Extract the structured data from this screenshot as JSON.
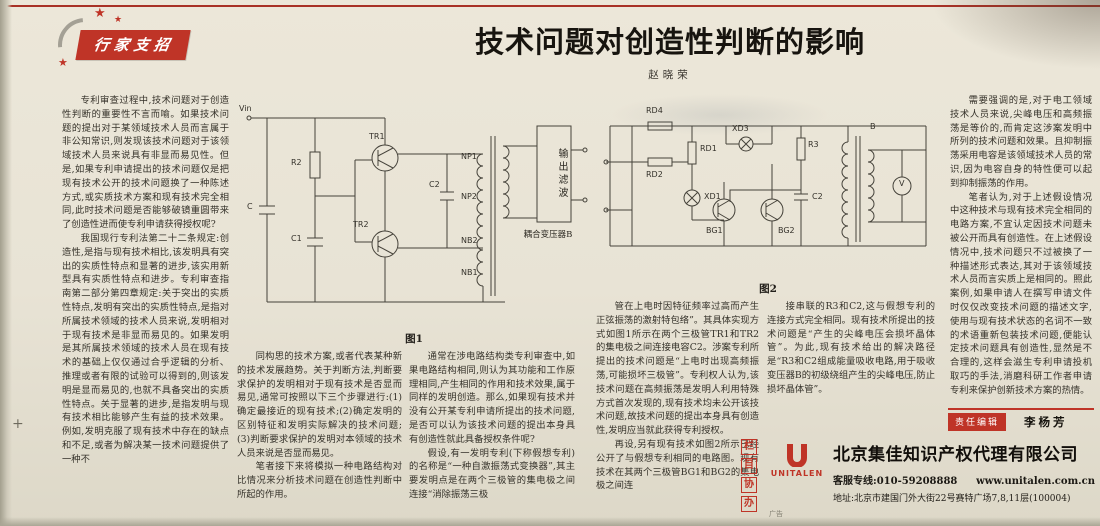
{
  "colors": {
    "accent_red": "#bf3427",
    "paper": "#e8e3d5"
  },
  "masthead": {
    "badge": "行家支招",
    "star": "★",
    "title": "技术问题对创造性判断的影响",
    "author": "赵晓荣"
  },
  "article": {
    "col1": [
      "专利审查过程中,技术问题对于创造性判断的重要性不言而喻。如果技术问题的提出对于某领域技术人员而言属于非公知常识,则发现该技术问题对于该领域技术人员来说具有非显而易见性。但是,如果专利申请提出的技术问题仅是把现有技术公开的技术问题换了一种陈述方式,或实质技术方案和现有技术完全相同,此时技术问题是否能够破镜重圆带来了创造性进而使专利申请获得授权呢?",
      "我国现行专利法第二十二条规定:创造性,是指与现有技术相比,该发明具有突出的实质性特点和显著的进步,该实用新型具有实质性特点和进步。专利审查指南第二部分第四章规定:关于突出的实质性特点,发明有突出的实质性特点,是指对所属技术领域的技术人员来说,发明相对于现有技术是非显而易见的。如果发明是其所属技术领域的技术人员在现有技术的基础上仅仅通过合乎逻辑的分析、推理或者有限的试验可以得到的,则该发明是显而易见的,也就不具备突出的实质性特点。关于显著的进步,是指发明与现有技术相比能够产生有益的技术效果。例如,发明克服了现有技术中存在的缺点和不足,或者为解决某一技术问题提供了一种不"
    ],
    "col2": [
      "同构思的技术方案,或者代表某种新的技术发展趋势。关于判断方法,判断要求保护的发明相对于现有技术是否显而易见,通常可按照以下三个步骤进行:(1)确定最接近的现有技术;(2)确定发明的区别特征和发明实际解决的技术问题;(3)判断要求保护的发明对本领域的技术人员来说是否显而易见。",
      "笔者接下来将模拟一种电路结构对比情况来分析技术问题在创造性判断中所起的作用。"
    ],
    "col3": [
      "通常在涉电路结构类专利审查中,如果电路结构相同,则认为其功能和工作原理相同,产生相同的作用和技术效果,属于同样的发明创造。那么,如果现有技术并没有公开某专利申请所提出的技术问题,是否可以认为该技术问题的提出本身具有创造性就此具备授权条件呢?",
      "假设,有一发明专利(下称假想专利)的名称是“一种自激振荡式变换器”,其主要发明点是在两个三极管的集电极之间连接“消除振荡三极"
    ],
    "col4": [
      "管在上电时因特征频率过高而产生正弦振荡的激射特包络”。其具体实现方式如图1所示在两个三极管TR1和TR2的集电极之间连接电容C2。涉案专利所提出的技术问题是“上电时出现高频振荡,可能损坏三极管”。专利权人认为,该技术问题在高频振荡是发明人利用特殊方式首次发现的,现有技术均未公开该技术问题,故技术问题的提出本身具有创造性,发明应当就此获得专利授权。",
      "再设,另有现有技术如图2所示已经公开了与假想专利相同的电路图。现有技术在其两个三极管BG1和BG2的集电极之间连"
    ],
    "col5": [
      "接串联的R3和C2,这与假想专利的连接方式完全相同。现有技术所提出的技术问题是“产生的尖峰电压会损坏晶体管”。为此,现有技术给出的解决路径是“R3和C2组成能量吸收电路,用于吸收变压器B的初级绕组产生的尖峰电压,防止损坏晶体管”。"
    ],
    "col6": [
      "需要强调的是,对于电工领域技术人员来说,尖峰电压和高频振荡是等价的,而肯定这涉案发明中所列的技术问题和效果。且抑制振荡采用电容是该领域技术人员的常识,因为电容自身的特性便可以起到抑制振荡的作用。",
      "笔者认为,对于上述假设情况中这种技术与现有技术完全相同的电路方案,不宜认定因技术问题未被公开而具有创造性。在上述假设情况中,技术问题只不过被换了一种描述形式表达,其对于该领域技术人员而言实质上是相同的。照此案例,如果申请人在撰写申请文件时仅仅改变技术问题的描述文字,使用与现有技术状态的名词不一致的术语重新包装技术问题,便能认定技术问题具有创造性,显然是不合理的,这样会滋生专利申请投机取巧的手法,消磨科研工作者申请专利来保护创新技术方案的热情。"
    ]
  },
  "figure1": {
    "caption": "图1",
    "labels": {
      "vin": "Vin",
      "r2": "R2",
      "c": "C",
      "c1": "C1",
      "tr1": "TR1",
      "tr2": "TR2",
      "c2": "C2",
      "np1": "NP1",
      "np2": "NP2",
      "nb2": "NB2",
      "nb1": "NB1",
      "filter": "输出滤波",
      "transformer": "耦合变压器B"
    }
  },
  "figure2": {
    "caption": "图2",
    "labels": {
      "rd4": "RD4",
      "rd1": "RD1",
      "rd2": "RD2",
      "xd1": "XD1",
      "xd3": "XD3",
      "bg1": "BG1",
      "bg2": "BG2",
      "r3": "R3",
      "c2": "C2",
      "b": "B",
      "v": "V"
    }
  },
  "editor": {
    "label": "责任编辑",
    "name": "李杨芳"
  },
  "partner": {
    "column_label": [
      "栏",
      "目",
      "协",
      "办"
    ],
    "ad_mark": "广告"
  },
  "agency": {
    "wordmark": "UNITALEN",
    "company": "北京集佳知识产权代理有限公司",
    "hotline": "客服专线:010-59208888",
    "website": "www.unitalen.com.cn",
    "address": "地址:北京市建国门外大街22号赛特广场7,8,11层(100004)"
  },
  "misc": {
    "register_mark": "+"
  }
}
